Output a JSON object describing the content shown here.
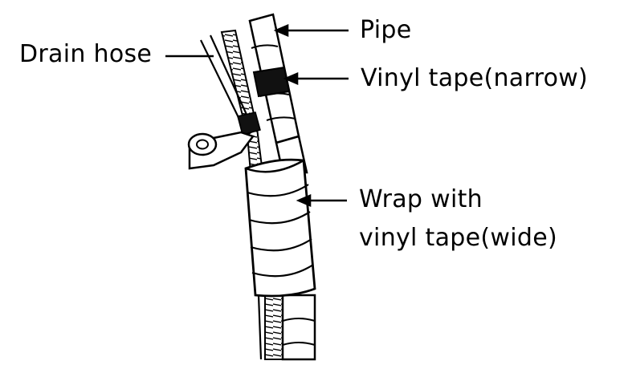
{
  "labels": {
    "drain_hose": "Drain hose",
    "pipe": "Pipe",
    "vinyl_tape_narrow": "Vinyl tape(narrow)",
    "wrap_line1": "Wrap with",
    "wrap_line2": "vinyl tape(wide)"
  },
  "colors": {
    "line": "#000000",
    "background": "#ffffff",
    "narrow_tape": "#111111"
  }
}
